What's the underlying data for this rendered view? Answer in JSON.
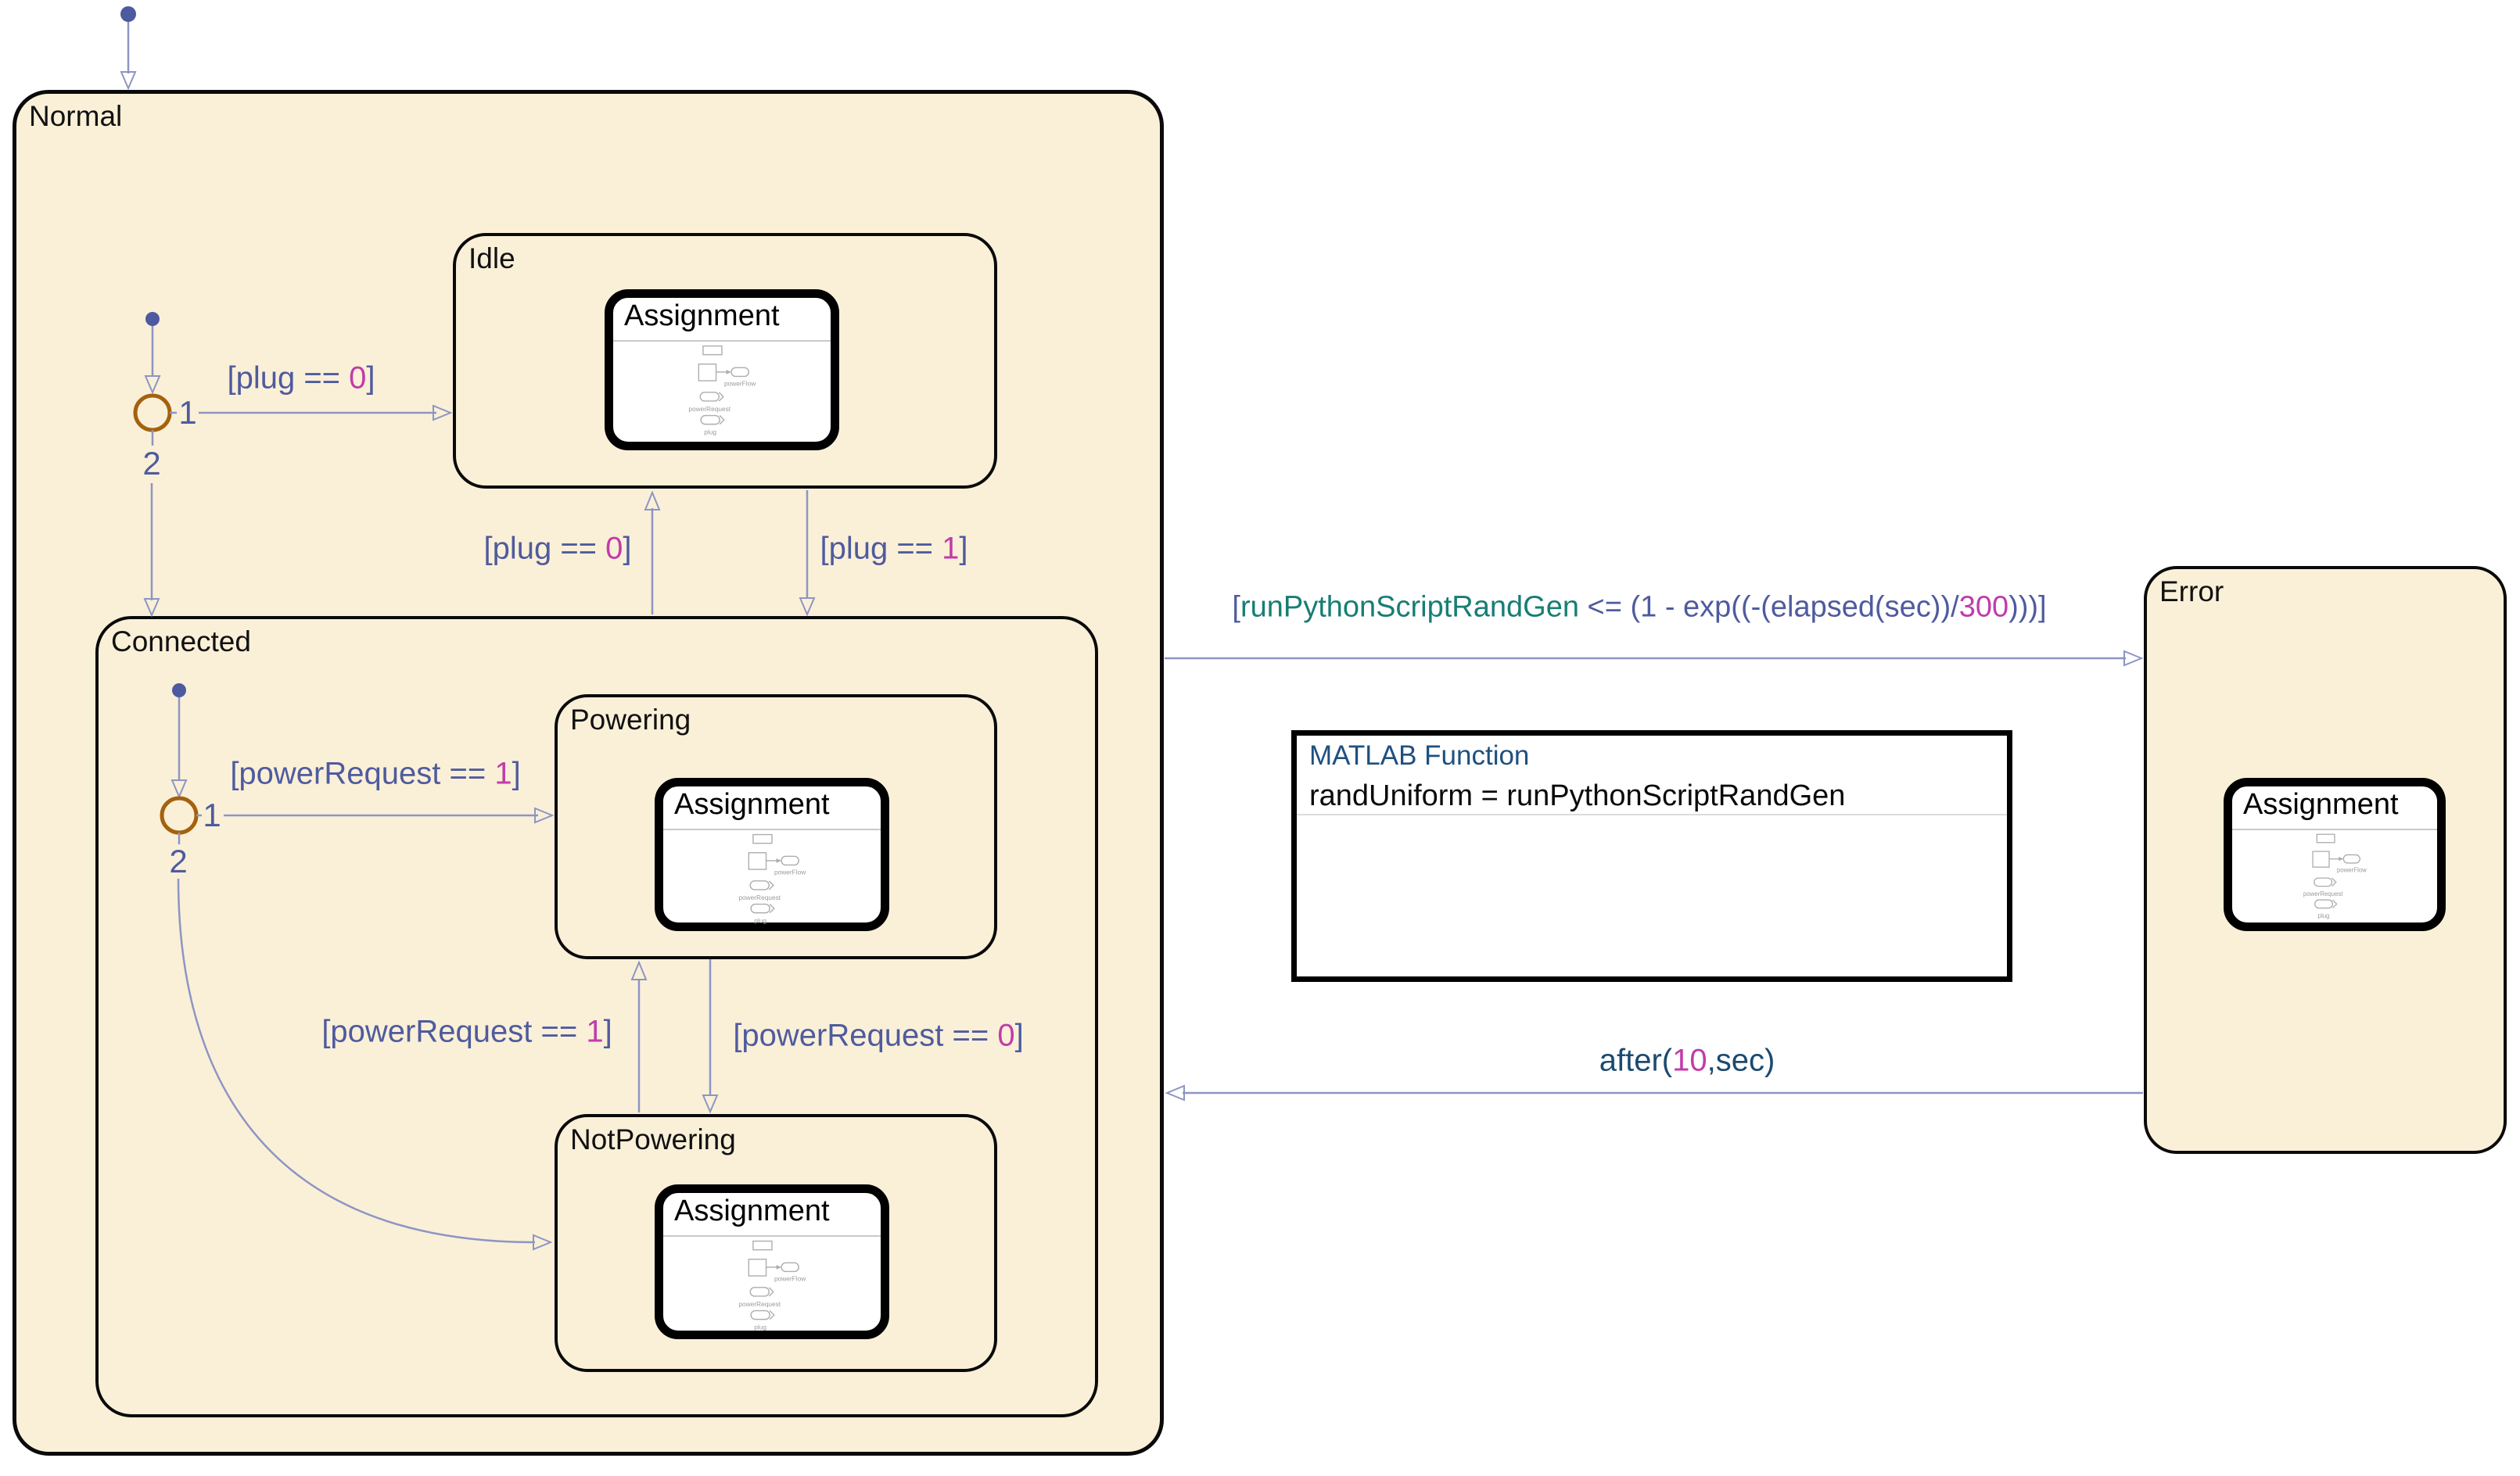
{
  "diagram": {
    "states": {
      "normal": "Normal",
      "idle": "Idle",
      "connected": "Connected",
      "powering": "Powering",
      "notPowering": "NotPowering",
      "error": "Error"
    },
    "subchart": {
      "title": "Assignment",
      "ports": {
        "output": "powerFlow",
        "input1": "powerRequest",
        "input2": "plug"
      }
    },
    "matlabFunction": {
      "title": "MATLAB Function",
      "body": "randUniform = runPythonScriptRandGen"
    },
    "junctionLabels": {
      "one": "1",
      "two": "2"
    },
    "labels": {
      "plug0Junction": {
        "parts": [
          {
            "t": "[plug == ",
            "c": "slate"
          },
          {
            "t": "0",
            "c": "magenta"
          },
          {
            "t": "]",
            "c": "slate"
          }
        ]
      },
      "plug0Up": {
        "parts": [
          {
            "t": "[plug == ",
            "c": "slate"
          },
          {
            "t": "0",
            "c": "magenta"
          },
          {
            "t": "]",
            "c": "slate"
          }
        ]
      },
      "plug1Down": {
        "parts": [
          {
            "t": "[plug == ",
            "c": "slate"
          },
          {
            "t": "1",
            "c": "magenta"
          },
          {
            "t": "]",
            "c": "slate"
          }
        ]
      },
      "powerReq1Junction": {
        "parts": [
          {
            "t": "[powerRequest == ",
            "c": "slate"
          },
          {
            "t": "1",
            "c": "magenta"
          },
          {
            "t": "]",
            "c": "slate"
          }
        ]
      },
      "powerReq1Up": {
        "parts": [
          {
            "t": "[powerRequest == ",
            "c": "slate"
          },
          {
            "t": "1",
            "c": "magenta"
          },
          {
            "t": "]",
            "c": "slate"
          }
        ]
      },
      "powerReq0Down": {
        "parts": [
          {
            "t": "[powerRequest == ",
            "c": "slate"
          },
          {
            "t": "0",
            "c": "magenta"
          },
          {
            "t": "]",
            "c": "slate"
          }
        ]
      },
      "toError": {
        "parts": [
          {
            "t": "[",
            "c": "slate"
          },
          {
            "t": "runPythonScriptRandGen",
            "c": "teal"
          },
          {
            "t": " <= (1 - exp((-(elapsed(sec))/",
            "c": "slate"
          },
          {
            "t": "300",
            "c": "magenta"
          },
          {
            "t": ")))]",
            "c": "slate"
          }
        ]
      },
      "afterError": {
        "parts": [
          {
            "t": "after(",
            "c": "navy"
          },
          {
            "t": "10",
            "c": "magenta"
          },
          {
            "t": ",sec)",
            "c": "navy"
          }
        ]
      }
    },
    "colors": {
      "stateFill": "#FAF0D8",
      "stateBorder": "#000000",
      "transitionLine": "#8D95C3",
      "defaultTransitionDot": "#4D5AA0",
      "junctionRing": "#A4610E",
      "guardSlate": "#4F5B9E",
      "literalMagenta": "#C13CA9",
      "functionTeal": "#177E74",
      "temporalNavy": "#1B4A70",
      "matlabTitleNavy": "#1E5080"
    }
  }
}
